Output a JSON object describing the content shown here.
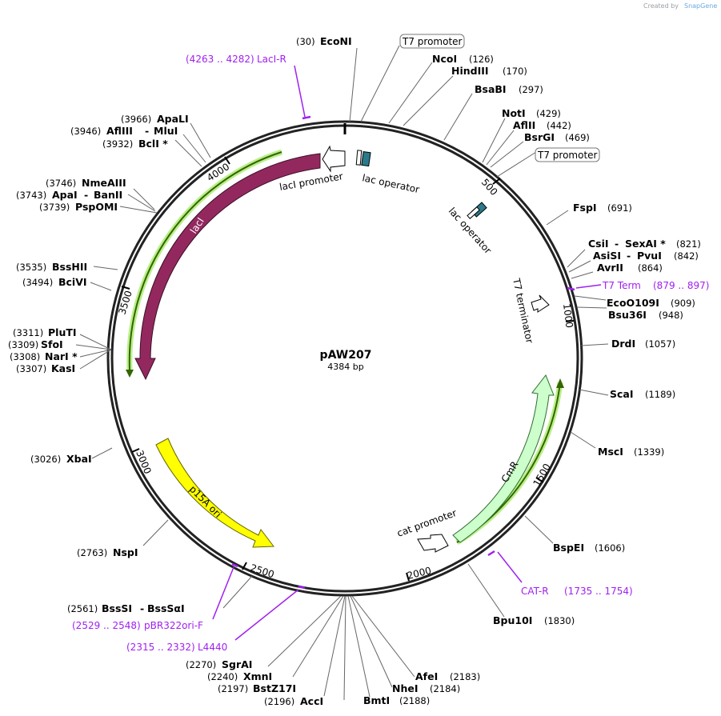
{
  "plasmid": {
    "name": "pAW207",
    "length": "4384 bp"
  },
  "credit": {
    "created_by": "Created by",
    "brand": "SnapGene"
  },
  "ticks": [
    "500",
    "1000",
    "1500",
    "2000",
    "2500",
    "3000",
    "3500",
    "4000"
  ],
  "features": {
    "laci": "lacI",
    "laci_promoter": "lacI promoter",
    "lac_operator_1": "lac operator",
    "lac_operator_2": "lac operator",
    "t7_promoter_1": "T7 promoter",
    "t7_promoter_2": "T7 promoter",
    "t7_terminator": "T7 terminator",
    "cmr": "CmR",
    "cat_promoter": "cat promoter",
    "p15a_ori": "p15A ori"
  },
  "primers": {
    "laci_r": {
      "range": "(4263 .. 4282)",
      "name": "LacI-R"
    },
    "t7_term": {
      "name": "T7 Term",
      "range": "(879 .. 897)"
    },
    "cat_r": {
      "name": "CAT-R",
      "range": "(1735 .. 1754)"
    },
    "pbr322ori_f": {
      "range": "(2529 .. 2548)",
      "name": "pBR322ori-F"
    },
    "l4440": {
      "range": "(2315 .. 2332)",
      "name": "L4440"
    }
  },
  "sites": {
    "econi": {
      "pos": "(30)",
      "name": "EcoNI"
    },
    "ncoi": {
      "name": "NcoI",
      "pos": "(126)"
    },
    "hindiii": {
      "name": "HindIII",
      "pos": "(170)"
    },
    "bsabi": {
      "name": "BsaBI",
      "pos": "(297)"
    },
    "noti": {
      "name": "NotI",
      "pos": "(429)"
    },
    "afliii": {
      "name": "AflII",
      "pos": "(442)"
    },
    "bsrgi": {
      "name": "BsrGI",
      "pos": "(469)"
    },
    "fspi": {
      "name": "FspI",
      "pos": "(691)"
    },
    "csii": {
      "name": "CsiI",
      "name2": "SexAI *",
      "pos": "(821)"
    },
    "asisi": {
      "name": "AsiSI",
      "name2": "PvuI",
      "pos": "(842)"
    },
    "avrii": {
      "name": "AvrII",
      "pos": "(864)"
    },
    "ecoo109i": {
      "name": "EcoO109I",
      "pos": "(909)"
    },
    "bsu36i": {
      "name": "Bsu36I",
      "pos": "(948)"
    },
    "drdi": {
      "name": "DrdI",
      "pos": "(1057)"
    },
    "scai": {
      "name": "ScaI",
      "pos": "(1189)"
    },
    "msci": {
      "name": "MscI",
      "pos": "(1339)"
    },
    "bspei": {
      "name": "BspEI",
      "pos": "(1606)"
    },
    "bpu10i": {
      "name": "Bpu10I",
      "pos": "(1830)"
    },
    "afei": {
      "name": "AfeI",
      "pos": "(2183)"
    },
    "nhei": {
      "name": "NheI",
      "pos": "(2184)"
    },
    "bmti": {
      "name": "BmtI",
      "pos": "(2188)"
    },
    "acci": {
      "pos": "(2196)",
      "name": "AccI"
    },
    "bstz17i": {
      "pos": "(2197)",
      "name": "BstZ17I"
    },
    "xmni": {
      "pos": "(2240)",
      "name": "XmnI"
    },
    "sgrai": {
      "pos": "(2270)",
      "name": "SgrAI"
    },
    "bsssi": {
      "pos": "(2561)",
      "name": "BssSI",
      "name2": "BssSαI"
    },
    "nspi": {
      "pos": "(2763)",
      "name": "NspI"
    },
    "xbai": {
      "pos": "(3026)",
      "name": "XbaI"
    },
    "kasi": {
      "pos": "(3307)",
      "name": "KasI"
    },
    "nari": {
      "pos": "(3308)",
      "name": "NarI *"
    },
    "sfoi": {
      "pos": "(3309)",
      "name": "SfoI"
    },
    "pluti": {
      "pos": "(3311)",
      "name": "PluTI"
    },
    "bcivi": {
      "pos": "(3494)",
      "name": "BciVI"
    },
    "bsshii": {
      "pos": "(3535)",
      "name": "BssHII"
    },
    "pspomi": {
      "pos": "(3739)",
      "name": "PspOMI"
    },
    "apai": {
      "pos": "(3743)",
      "name": "ApaI",
      "name2": "BanII"
    },
    "nmeaiii": {
      "pos": "(3746)",
      "name": "NmeAIII"
    },
    "bcli": {
      "pos": "(3932)",
      "name": "BclI *"
    },
    "afliii2": {
      "pos": "(3946)",
      "name": "AflIII",
      "name2": "MluI"
    },
    "apali": {
      "pos": "(3966)",
      "name": "ApaLI"
    }
  },
  "colors": {
    "laci": "#93285f",
    "cmr": "#ccffcc",
    "p15a": "#ffff00",
    "operator": "#2a7a8c",
    "primer": "#a020f0",
    "orf": "#336600"
  }
}
